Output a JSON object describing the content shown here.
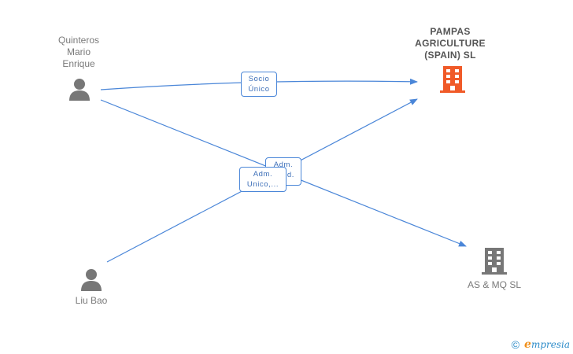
{
  "nodes": {
    "person1": {
      "name": "Quinteros\nMario\nEnrique",
      "icon": "person-icon"
    },
    "person2": {
      "name": "Liu Bao",
      "icon": "person-icon"
    },
    "company1": {
      "name": "PAMPAS\nAGRICULTURE\n(SPAIN) SL",
      "icon": "building-icon",
      "color": "#f05a28"
    },
    "company2": {
      "name": "AS & MQ SL",
      "icon": "building-icon",
      "color": "#777777"
    }
  },
  "edges": {
    "socio": "Socio\nÚnico",
    "adm_back": "Adm.\nSol.d.",
    "adm_front": "Adm.\nUnico,..."
  },
  "colors": {
    "edge": "#4a86d8",
    "person": "#777777"
  },
  "footer": {
    "copyright": "©",
    "brand_e": "e",
    "brand": "mpresia"
  }
}
